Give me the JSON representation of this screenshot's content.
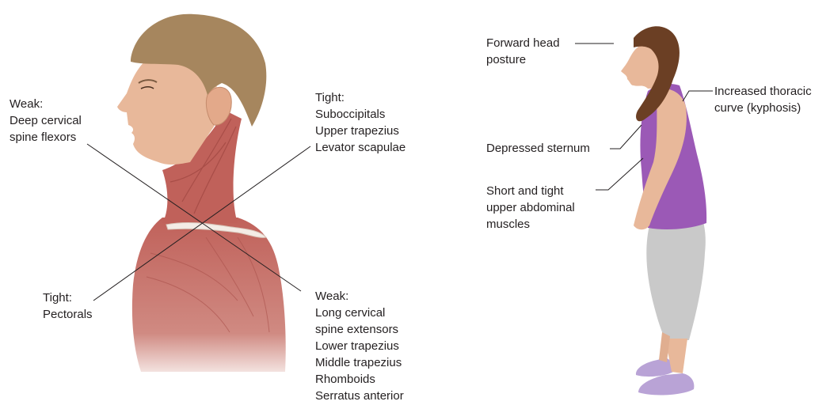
{
  "left_panel": {
    "weak_flexors": {
      "heading": "Weak:",
      "lines": [
        "Deep cervical",
        "spine flexors"
      ]
    },
    "tight_upper": {
      "heading": "Tight:",
      "lines": [
        "Suboccipitals",
        "Upper trapezius",
        "Levator scapulae"
      ]
    },
    "tight_pectorals": {
      "heading": "Tight:",
      "lines": [
        "Pectorals"
      ]
    },
    "weak_extensors": {
      "heading": "Weak:",
      "lines": [
        "Long cervical",
        "spine extensors",
        "Lower trapezius",
        "Middle trapezius",
        "Rhomboids",
        "Serratus anterior"
      ]
    }
  },
  "right_panel": {
    "forward_head": {
      "lines": [
        "Forward head",
        "posture"
      ]
    },
    "thoracic_curve": {
      "lines": [
        "Increased thoracic",
        "curve (kyphosis)"
      ]
    },
    "depressed_sternum": {
      "lines": [
        "Depressed sternum"
      ]
    },
    "abdominal": {
      "lines": [
        "Short and tight",
        "upper abdominal",
        "muscles"
      ]
    }
  },
  "colors": {
    "muscle": "#c0615a",
    "muscle_dark": "#9e4540",
    "skin": "#e8b89a",
    "hair_boy": "#a6865e",
    "hair_woman": "#6b3f24",
    "tank_top": "#9b59b6",
    "leggings": "#c9c9c9",
    "shoes": "#b9a3d6",
    "leader_line": "#231f20"
  }
}
